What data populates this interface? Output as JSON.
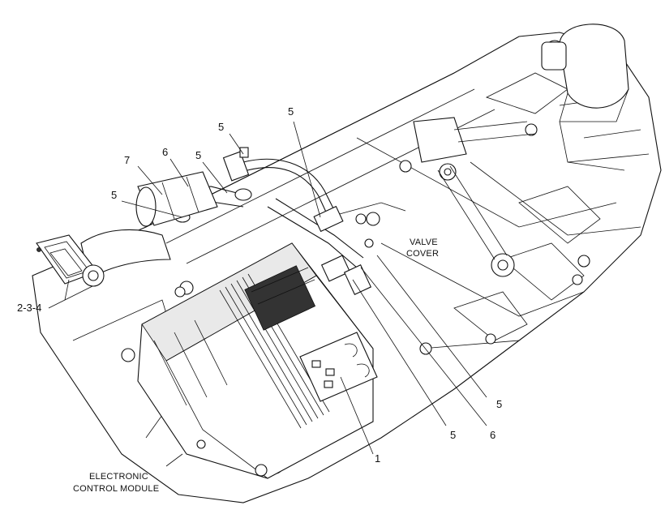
{
  "labels": {
    "callout_5_top_a": "5",
    "callout_5_top_b": "5",
    "callout_5_mid": "5",
    "callout_6_top": "6",
    "callout_7": "7",
    "callout_5_left": "5",
    "callout_2_3_4": "2-3-4",
    "valve_cover_line1": "VALVE",
    "valve_cover_line2": "COVER",
    "callout_5_right": "5",
    "callout_5_bottom": "5",
    "callout_6_bottom": "6",
    "callout_1": "1",
    "ecm_line1": "ELECTRONIC",
    "ecm_line2": "CONTROL MODULE"
  }
}
